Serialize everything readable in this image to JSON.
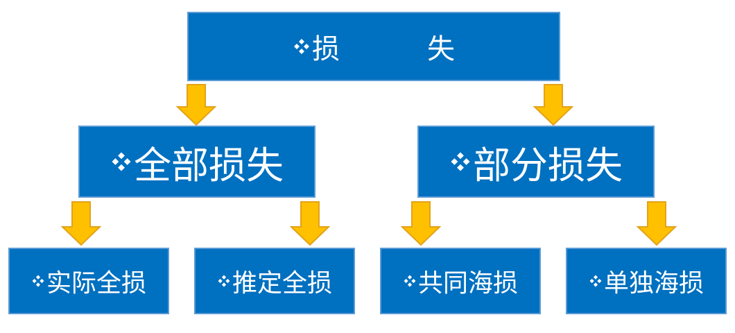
{
  "colors": {
    "box_fill": "#0070c0",
    "box_border": "#5b9bd5",
    "arrow_fill": "#ffc000",
    "arrow_stroke": "#e3a21a",
    "text": "#ffffff"
  },
  "bullet_icon": "diamond-bullet-icon",
  "root": {
    "left_char": "损",
    "right_char": "失"
  },
  "level2": {
    "total_loss": "全部损失",
    "partial_loss": "部分损失"
  },
  "level3": {
    "actual_total_loss": "实际全损",
    "constructive_total_loss": "推定全损",
    "general_average": "共同海损",
    "particular_average": "单独海损"
  }
}
